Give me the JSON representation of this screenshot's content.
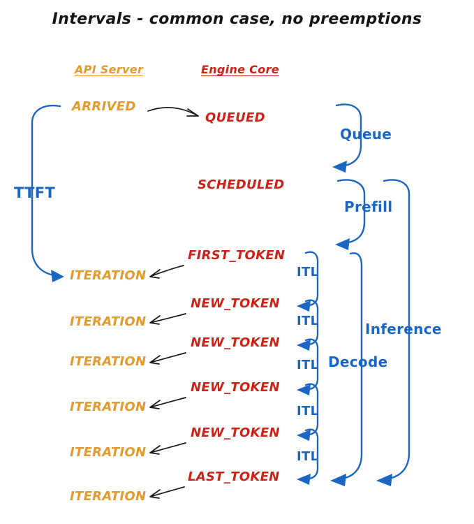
{
  "title": "Intervals - common case, no preemptions",
  "headers": {
    "api_server": "API Server",
    "engine_core": "Engine Core"
  },
  "api_events": {
    "arrived": "ARRIVED",
    "iterations": [
      "ITERATION",
      "ITERATION",
      "ITERATION",
      "ITERATION",
      "ITERATION",
      "ITERATION"
    ]
  },
  "engine_events": {
    "queued": "QUEUED",
    "scheduled": "SCHEDULED",
    "first_token": "FIRST_TOKEN",
    "new_tokens": [
      "NEW_TOKEN",
      "NEW_TOKEN",
      "NEW_TOKEN",
      "NEW_TOKEN"
    ],
    "last_token": "LAST_TOKEN"
  },
  "intervals": {
    "ttft": "TTFT",
    "queue": "Queue",
    "prefill": "Prefill",
    "decode": "Decode",
    "inference": "Inference",
    "itl": [
      "ITL",
      "ITL",
      "ITL",
      "ITL",
      "ITL"
    ]
  },
  "colors": {
    "api_orange": "#E49B2D",
    "engine_red": "#CB2317",
    "interval_blue": "#1A66C2",
    "arrow_black": "#1A1A1A"
  }
}
